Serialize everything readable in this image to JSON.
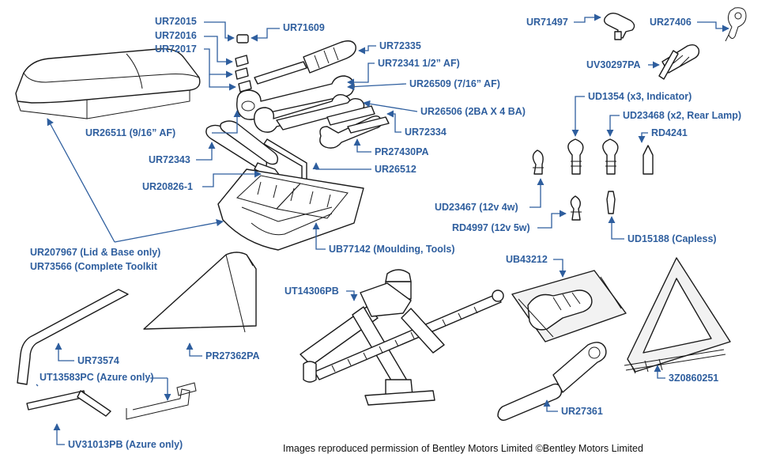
{
  "labels": {
    "ur72015": "UR72015",
    "ur72016": "UR72016",
    "ur72017": "UR72017",
    "ur71609": "UR71609",
    "ur72335": "UR72335",
    "ur72341": "UR72341 1/2” AF)",
    "ur26509": "UR26509 (7/16” AF)",
    "ur26506": "UR26506 (2BA X 4 BA)",
    "ur26511": "UR26511 (9/16” AF)",
    "ur72334": "UR72334",
    "pr27430pa": "PR27430PA",
    "ur72343": "UR72343",
    "ur26512": "UR26512",
    "ur20826": "UR20826-1",
    "ur207967": "UR207967 (Lid & Base only)",
    "ur73566": "UR73566 (Complete Toolkit",
    "ub77142": "UB77142 (Moulding, Tools)",
    "ur71497": "UR71497",
    "ur27406": "UR27406",
    "uv30297pa": "UV30297PA",
    "ud1354": "UD1354 (x3, Indicator)",
    "ud23468": "UD23468 (x2, Rear Lamp)",
    "rd4241": "RD4241",
    "ud23467": "UD23467 (12v 4w)",
    "rd4997": "RD4997 (12v 5w)",
    "ud15188": "UD15188 (Capless)",
    "ub43212": "UB43212",
    "ut14306pb": "UT14306PB",
    "pr27362pa": "PR27362PA",
    "ur73574": "UR73574",
    "ut13583pc": "UT13583PC (Azure only)",
    "uv31013pb": "UV31013PB (Azure only)",
    "ur27361": "UR27361",
    "z3z860251": "3Z0860251"
  },
  "credit": "Images reproduced permission of Bentley Motors Limited ©Bentley Motors Limited",
  "colors": {
    "label": "#2e5e9e",
    "line_art": "#1a1a1a"
  }
}
